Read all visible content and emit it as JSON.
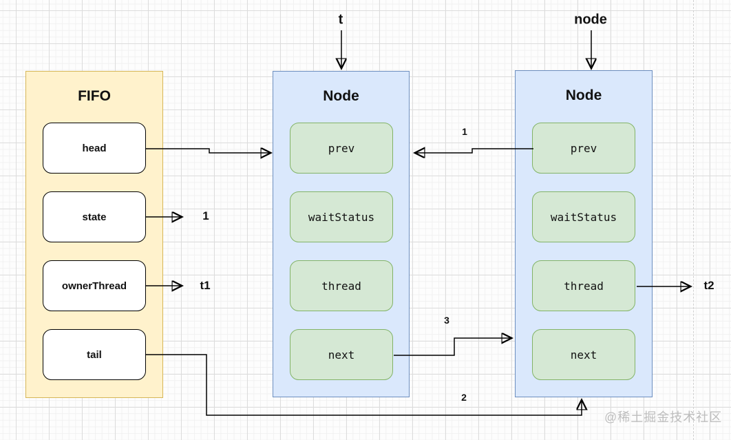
{
  "diagram": {
    "fifo": {
      "title": "FIFO",
      "fields": [
        "head",
        "state",
        "ownerThread",
        "tail"
      ]
    },
    "node1": {
      "title": "Node",
      "fields": [
        "prev",
        "waitStatus",
        "thread",
        "next"
      ]
    },
    "node2": {
      "title": "Node",
      "fields": [
        "prev",
        "waitStatus",
        "thread",
        "next"
      ]
    },
    "pointer_labels": {
      "t": "t",
      "node": "node"
    },
    "values": {
      "state": "1",
      "ownerThread": "t1",
      "thread2": "t2"
    },
    "edge_labels": {
      "prev_edge": "1",
      "tail_edge": "2",
      "next_edge": "3"
    },
    "watermark": "@稀土掘金技术社区",
    "colors": {
      "fifo_fill": "#FFF2CC",
      "fifo_border": "#D6B656",
      "node_fill": "#DAE8FC",
      "node_border": "#6C8EBF",
      "field_fill": "#D5E8D4",
      "field_border": "#82B366",
      "grid_major": "#dcdcdc",
      "grid_minor": "#f1f1f1",
      "watermark_color": "#bdbdbd"
    }
  }
}
